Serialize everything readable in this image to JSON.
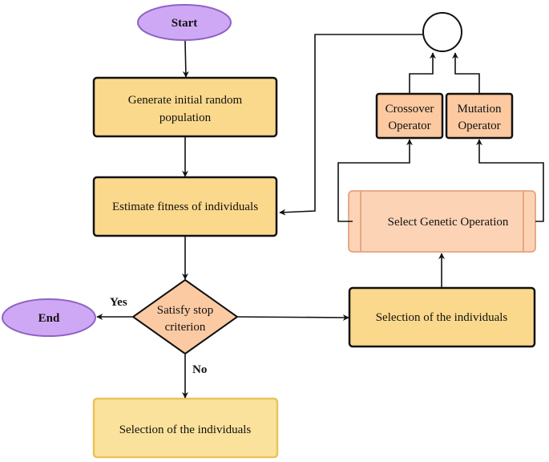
{
  "colors": {
    "oval": "#cfa8f5",
    "oval_stroke": "#8e63c4",
    "process": "#fbd98c",
    "process_light": "#fbe29c",
    "process_light_stroke": "#e8c45a",
    "operator": "#fcc9a0",
    "select_op": "#fdd3b5",
    "select_op_stroke": "#e3a47e",
    "decision": "#fccaa2",
    "stroke": "#111111"
  },
  "nodes": {
    "start": "Start",
    "generate_line1": "Generate initial random",
    "generate_line2": "population",
    "estimate": "Estimate fitness of individuals",
    "decision_line1": "Satisfy stop",
    "decision_line2": "criterion",
    "end": "End",
    "selection_bottom": "Selection of the individuals",
    "selection_right": "Selection of the individuals",
    "select_op": "Select Genetic Operation",
    "crossover_line1": "Crossover",
    "crossover_line2": "Operator",
    "mutation_line1": "Mutation",
    "mutation_line2": "Operator"
  },
  "edge_labels": {
    "yes": "Yes",
    "no": "No"
  }
}
